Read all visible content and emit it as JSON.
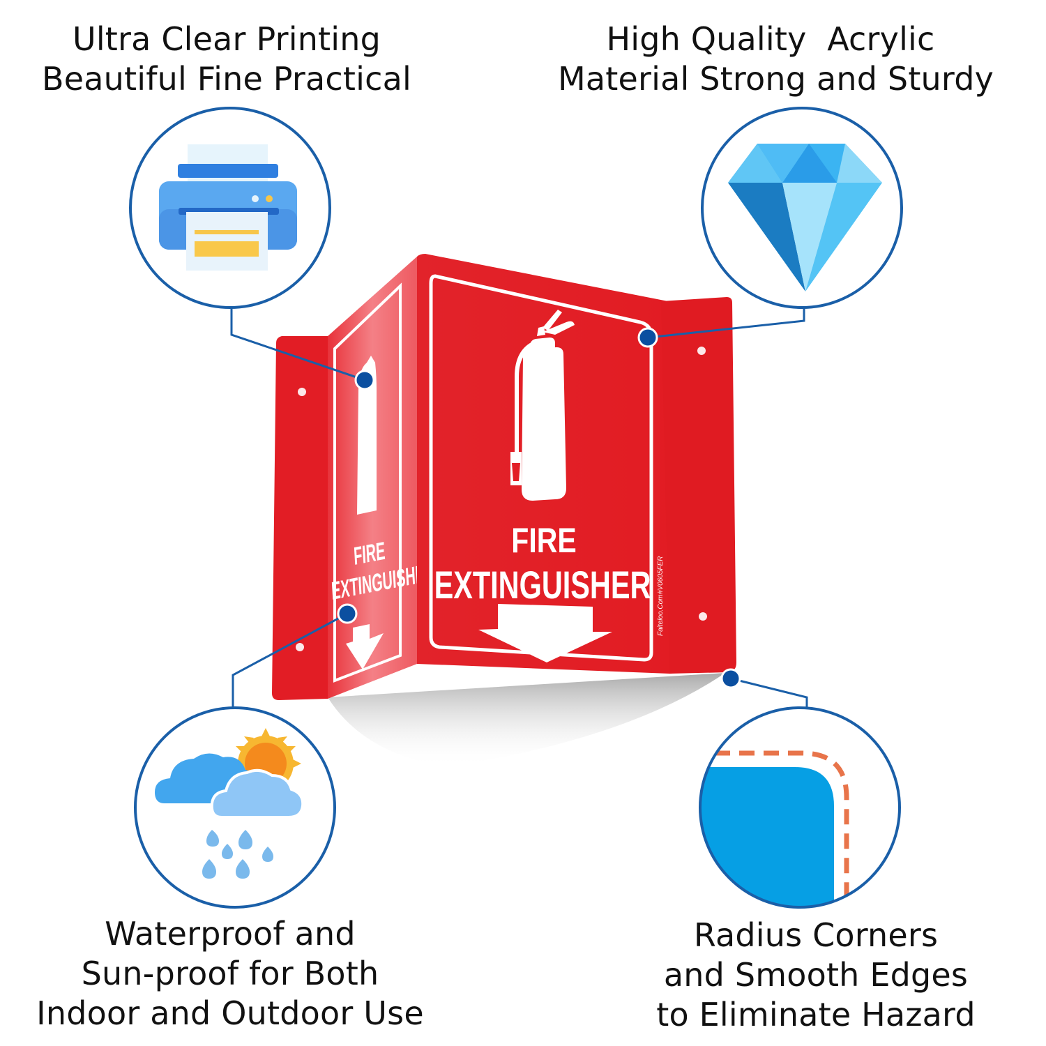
{
  "features": {
    "top_left": {
      "line1": "Ultra Clear Printing",
      "line2": "Beautiful Fine Practical",
      "icon": "printer-icon"
    },
    "top_right": {
      "line1": "High Quality  Acrylic",
      "line2": "Material Strong and Sturdy",
      "icon": "diamond-icon"
    },
    "bottom_left": {
      "line1": "Waterproof and",
      "line2": "Sun-proof for Both",
      "line3": "Indoor and Outdoor Use",
      "icon": "weather-icon"
    },
    "bottom_right": {
      "line1": "Radius Corners",
      "line2": "and Smooth Edges",
      "line3": "to Eliminate Hazard",
      "icon": "rounded-corner-icon"
    }
  },
  "sign": {
    "line1": "FIRE",
    "line2": "EXTINGUISHER",
    "brand": "Faiteloo.Com",
    "sku": "#V0605FER",
    "icon": "fire-extinguisher-icon",
    "arrow": "arrow-down-icon"
  },
  "colors": {
    "callout_blue": "#1a5fa8",
    "dot_blue": "#0b4fa0",
    "sign_red": "#e31e24",
    "sign_red_light": "#f05a5f",
    "corner_blue": "#069fe4",
    "corner_dash": "#e8744a"
  }
}
